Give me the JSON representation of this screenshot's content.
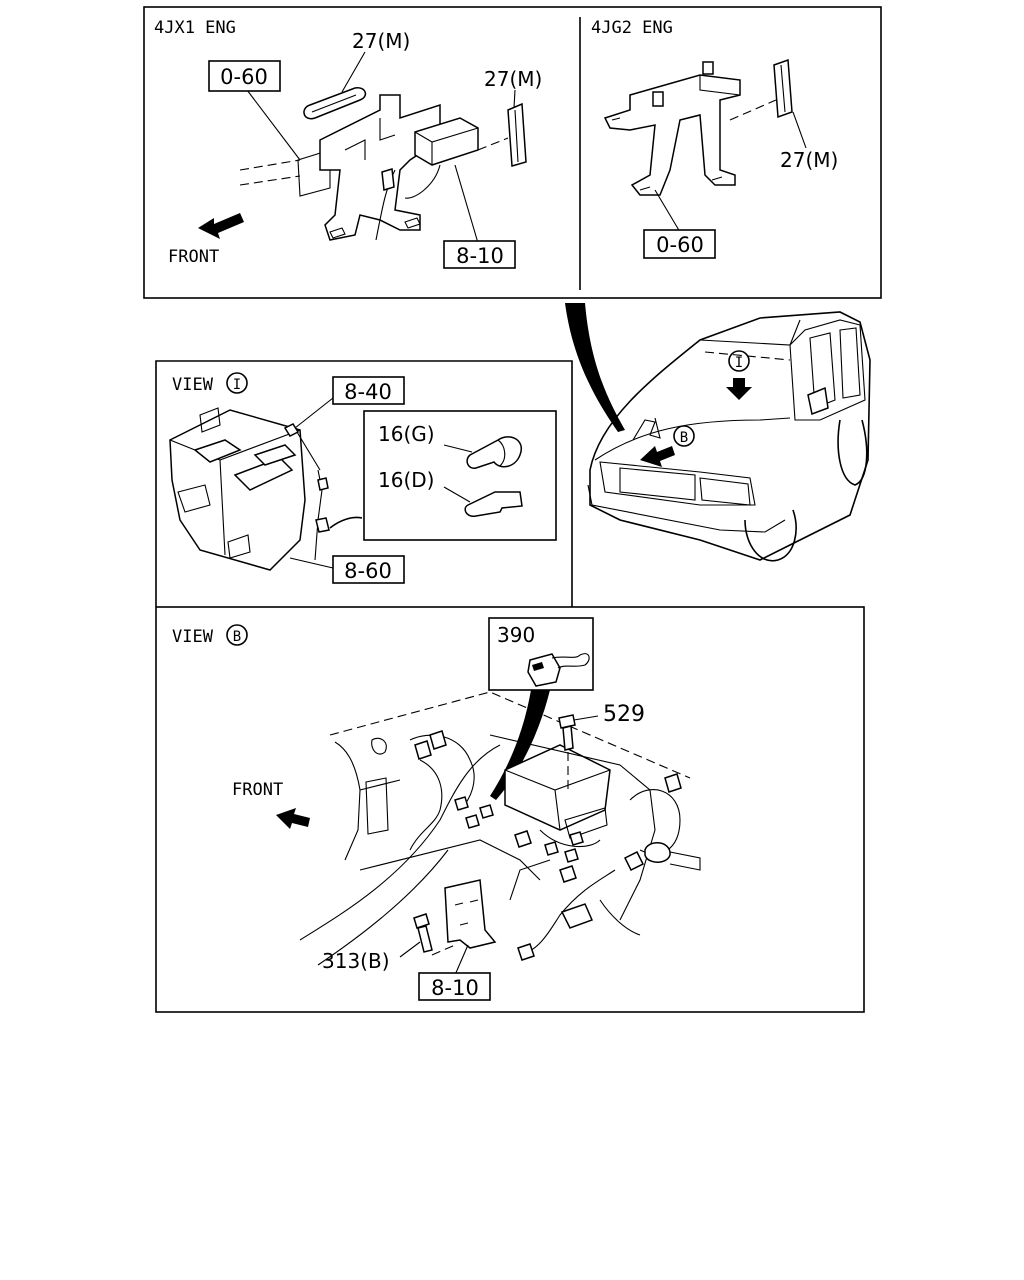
{
  "panels": {
    "engine_4jx1": "4JX1  ENG",
    "engine_4jg2": "4JG2  ENG",
    "view_i_word": "VIEW",
    "view_i_symbol": "I",
    "view_b_word": "VIEW",
    "view_b_symbol": "B"
  },
  "vehicle_markers": {
    "view_i": "I",
    "view_b": "B"
  },
  "labels": {
    "front_top": "FRONT",
    "front_bottom": "FRONT",
    "ref_0_60_a": "0-60",
    "ref_0_60_b": "0-60",
    "ref_8_10_a": "8-10",
    "ref_8_10_b": "8-10",
    "ref_8_40": "8-40",
    "ref_8_60": "8-60",
    "part_27m_a": "27(M)",
    "part_27m_b": "27(M)",
    "part_27m_c": "27(M)",
    "part_16g": "16(G)",
    "part_16d": "16(D)",
    "part_390": "390",
    "part_529": "529",
    "part_313b": "313(B)"
  }
}
